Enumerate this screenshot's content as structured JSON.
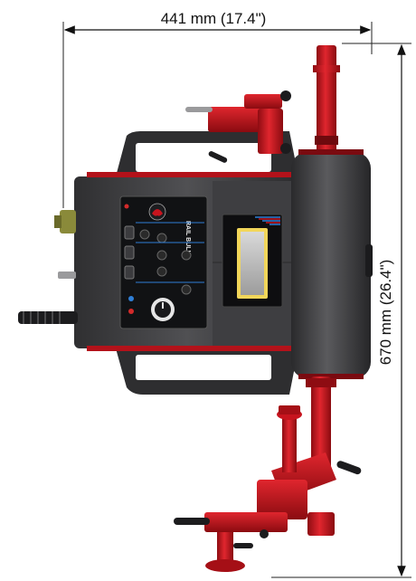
{
  "dimensions": {
    "width_label": "441 mm (17.4\")",
    "height_label": "670 mm (26.4\")"
  },
  "panel": {
    "brand": "RAIL BULL"
  },
  "colors": {
    "body_dark": "#3a3a3c",
    "body_mid": "#505052",
    "accent_red": "#c8141e",
    "panel_black": "#111214",
    "display_yellow": "#f2d65a",
    "knob_brass": "#8a8a3a"
  }
}
